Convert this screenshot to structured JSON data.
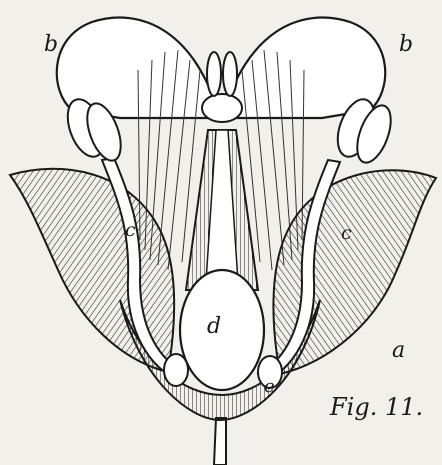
{
  "figure": {
    "caption": "Fig. 11.",
    "labels": {
      "petal_left": "b",
      "petal_right": "b",
      "stamen_left": "c",
      "stamen_right": "c",
      "ovary": "d",
      "sepal": "a",
      "nectary": "e"
    }
  },
  "colors": {
    "ink": "#1a1a1a",
    "paper": "#f2f0ea"
  }
}
